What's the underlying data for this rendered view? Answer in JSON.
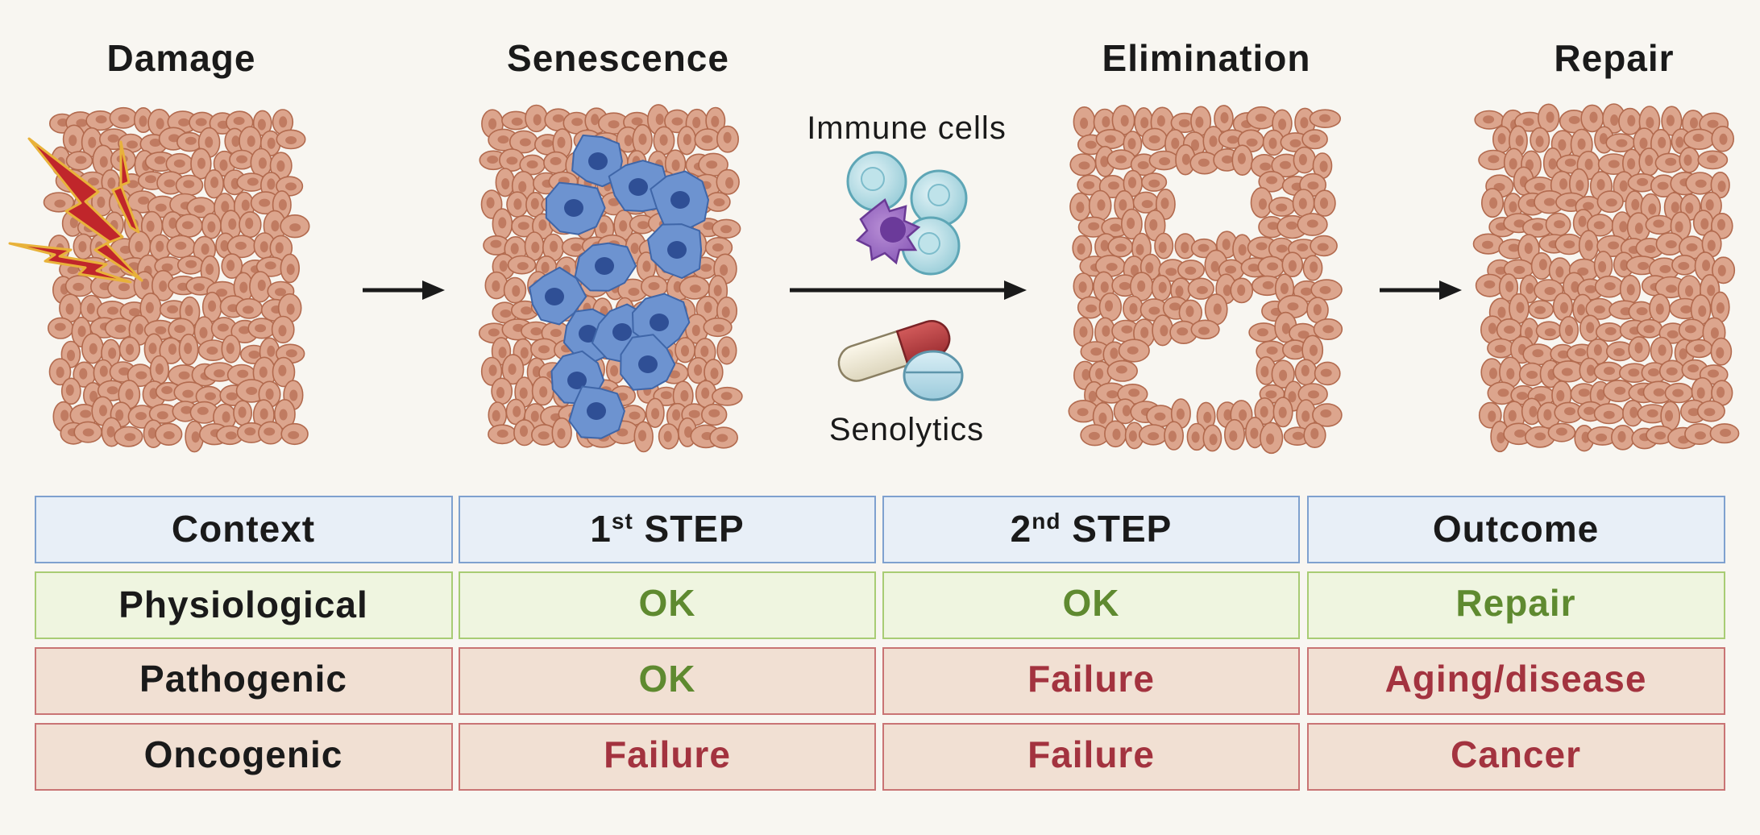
{
  "stages": {
    "damage": "Damage",
    "senescence": "Senescence",
    "elimination": "Elimination",
    "repair": "Repair"
  },
  "labels": {
    "immune_cells": "Immune cells",
    "senolytics": "Senolytics"
  },
  "table": {
    "header": {
      "context": "Context",
      "step1_num": "1",
      "step1_sup": "st",
      "step1_word": " STEP",
      "step2_num": "2",
      "step2_sup": "nd",
      "step2_word": " STEP",
      "outcome": "Outcome"
    },
    "rows": [
      {
        "context": "Physiological",
        "step1": "OK",
        "step2": "OK",
        "outcome": "Repair"
      },
      {
        "context": "Pathogenic",
        "step1": "OK",
        "step2": "Failure",
        "outcome": "Aging/disease"
      },
      {
        "context": "Oncogenic",
        "step1": "Failure",
        "step2": "Failure",
        "outcome": "Cancer"
      }
    ]
  },
  "colors": {
    "background": "#f8f6f1",
    "tissue_cell_fill": "#dca58d",
    "tissue_cell_stroke": "#b26a4e",
    "tissue_nucleus": "#c07b61",
    "senescent_fill": "#6d93d0",
    "senescent_nucleus": "#2f4f95",
    "lightning": "#c0262b",
    "header_bg": "#e8eff7",
    "header_border": "#7fa1cf",
    "physio_bg": "#eff5e0",
    "physio_border": "#a8cc74",
    "patho_bg": "#f1e0d3",
    "patho_border": "#c97474",
    "ok_text": "#5f8a30",
    "failure_text": "#a3333f",
    "dark_text": "#1a1a1a"
  }
}
